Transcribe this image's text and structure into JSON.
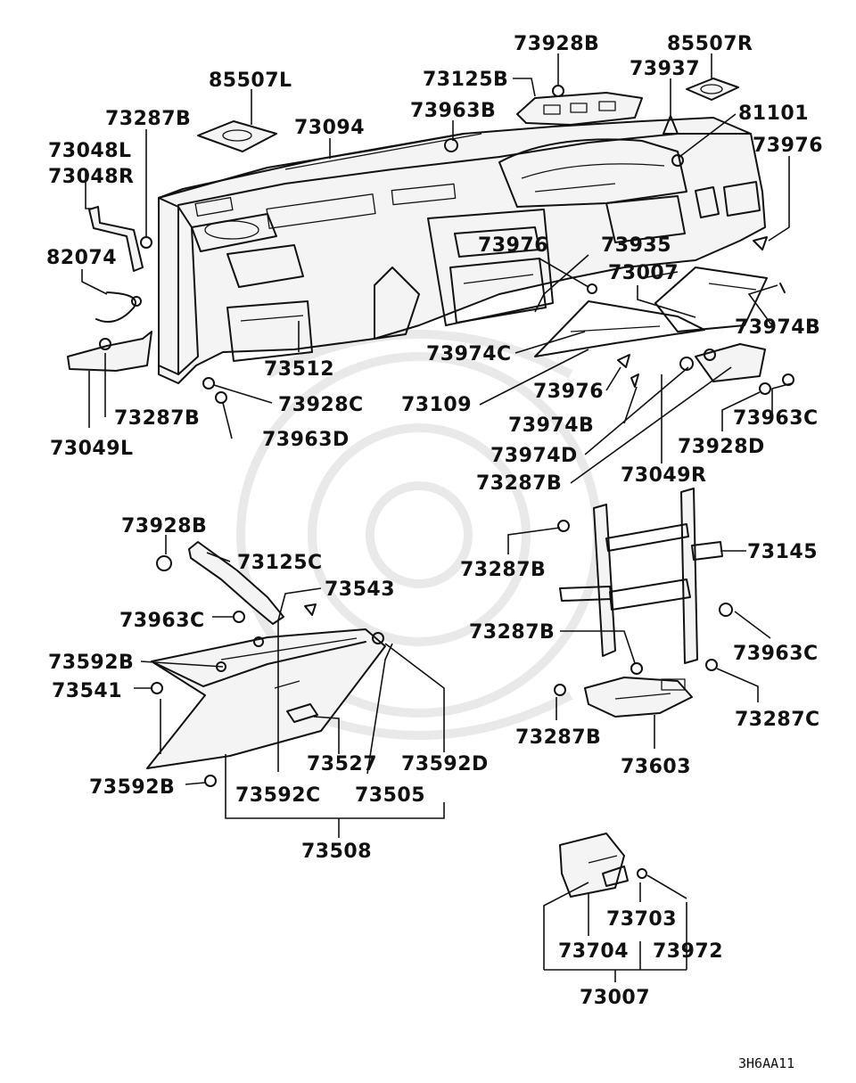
{
  "diagram": {
    "drawing_code": "3H6AA11",
    "labels": {
      "l85507L": "85507L",
      "l73928B_top": "73928B",
      "l85507R": "85507R",
      "l73125B": "73125B",
      "l73937": "73937",
      "l73287B_tl": "73287B",
      "l73963B": "73963B",
      "l81101": "81101",
      "l73094": "73094",
      "l73048L": "73048L",
      "l73048R": "73048R",
      "l73976_r": "73976",
      "l82074": "82074",
      "l73976_m": "73976",
      "l73935": "73935",
      "l73007_top": "73007",
      "l73974B_r": "73974B",
      "l73974C": "73974C",
      "l73512": "73512",
      "l73928C": "73928C",
      "l73287B_l": "73287B",
      "l73109": "73109",
      "l73976_c": "73976",
      "l73963C_r": "73963C",
      "l73963D": "73963D",
      "l73974B_c": "73974B",
      "l73928D": "73928D",
      "l73049L": "73049L",
      "l73974D": "73974D",
      "l73287B_c": "73287B",
      "l73049R": "73049R",
      "l73928B_gb": "73928B",
      "l73125C": "73125C",
      "l73145": "73145",
      "l73287B_bk1": "73287B",
      "l73543": "73543",
      "l73963C_gb": "73963C",
      "l73287B_bk2": "73287B",
      "l73963C_bk": "73963C",
      "l73592B_1": "73592B",
      "l73541": "73541",
      "l73287C": "73287C",
      "l73287B_bk3": "73287B",
      "l73527": "73527",
      "l73592D": "73592D",
      "l73603": "73603",
      "l73592B_2": "73592B",
      "l73592C": "73592C",
      "l73505": "73505",
      "l73508": "73508",
      "l73703": "73703",
      "l73704": "73704",
      "l73972": "73972",
      "l73007_bot": "73007"
    }
  }
}
